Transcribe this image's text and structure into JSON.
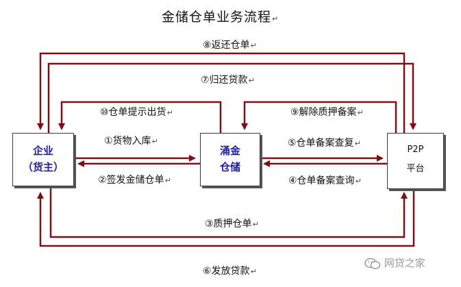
{
  "title": "金储仓单业务流程",
  "return_mark": "↵",
  "nodes": {
    "enterprise": {
      "line1": "企业",
      "line2": "（货主）"
    },
    "yongjin": {
      "line1": "涌金",
      "line2": "仓储"
    },
    "p2p": {
      "line1": "P2P",
      "line2": "平台"
    }
  },
  "edges": {
    "e1": "①货物入库",
    "e2": "②签发金储仓单",
    "e3": "③质押仓单",
    "e4": "④仓单备案查询",
    "e5": "⑤仓单备案查复",
    "e6": "⑥发放贷款",
    "e7": "⑦归还贷款",
    "e8": "⑧返还仓单",
    "e9": "⑨解除质押备案",
    "e10": "⑩仓单提示出货"
  },
  "watermark": {
    "text": "网贷之家",
    "icon": "wechat-icon"
  },
  "colors": {
    "line": "#7a1015",
    "node_text_blue": "#1a1aa6",
    "box_border": "#3a3a3a"
  }
}
